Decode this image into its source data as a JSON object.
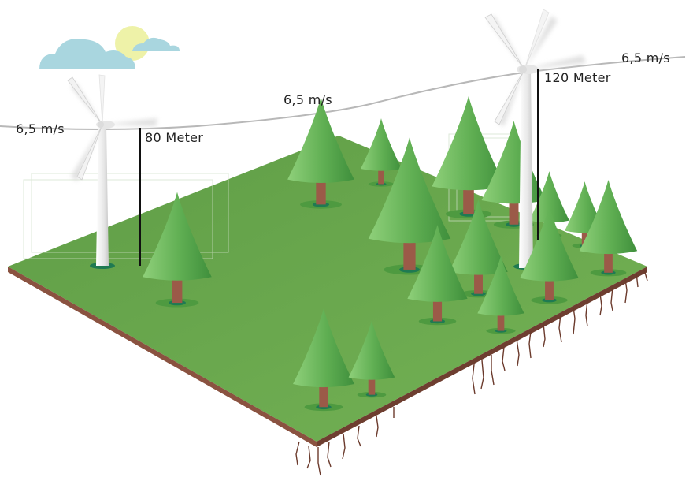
{
  "wind_speed_labels": {
    "left": "6,5 m/s",
    "middle": "6,5 m/s",
    "right": "6,5 m/s"
  },
  "height_labels": {
    "small_turbine": "80 Meter",
    "tall_turbine": "120 Meter"
  },
  "colors": {
    "ground": "#6aa84f",
    "ground_edge": "#7a4a38",
    "tree_light": "#7cc36a",
    "tree_dark": "#3f8f3c",
    "trunk": "#9b5a48",
    "wind_line": "#b8b8b8",
    "sky_cloud": "#a9d6df",
    "sun": "#eef2a8"
  }
}
